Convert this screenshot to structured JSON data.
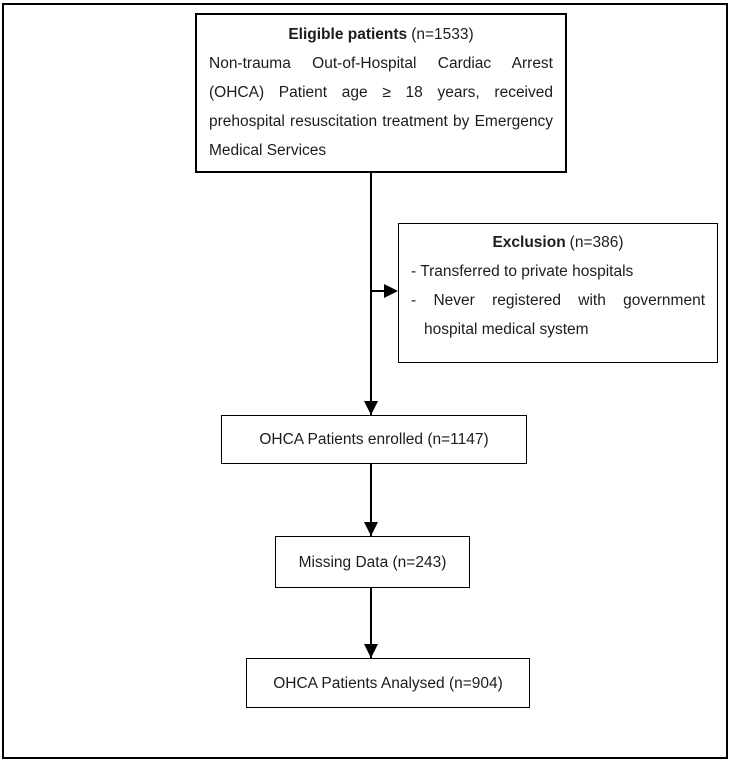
{
  "boxes": {
    "eligible": {
      "title": "Eligible patients",
      "count": "(n=1533)",
      "body": "Non-trauma Out-of-Hospital Cardiac Arrest (OHCA) Patient age ≥ 18 years, received prehospital resuscitation treatment by Emergency Medical Services"
    },
    "exclusion": {
      "title": "Exclusion",
      "count": "(n=386)",
      "items": [
        "- Transferred to private hospitals",
        "- Never registered with government hospital medical system"
      ]
    },
    "enrolled": {
      "label": "OHCA Patients enrolled (n=1147)"
    },
    "missing": {
      "label": "Missing Data (n=243)"
    },
    "analysed": {
      "label": "OHCA Patients Analysed (n=904)"
    }
  },
  "colors": {
    "border": "#000000",
    "text": "#1c1c1c",
    "background": "#ffffff"
  }
}
